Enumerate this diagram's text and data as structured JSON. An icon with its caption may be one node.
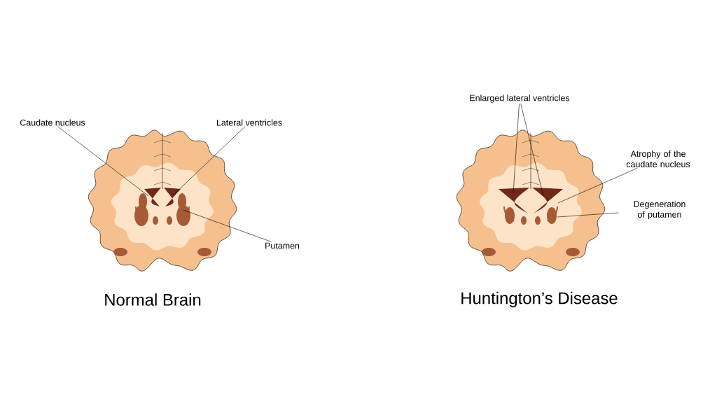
{
  "diagram": {
    "nodes": [
      {
        "text": [
          "Caudate nucleus"
        ]
      },
      {
        "text": [
          "Lateral ventricles"
        ]
      },
      {
        "text": [
          "Putamen"
        ]
      },
      {
        "text": [
          "Enlarged lateral ventricles"
        ]
      },
      {
        "text": [
          "Atrophy of the caudate nucleus"
        ]
      },
      {
        "text": [
          "Degeneration of putamen"
        ]
      }
    ],
    "edges": [
      {
        "from": 0,
        "to": null,
        "arrow": "none"
      },
      {
        "from": 1,
        "to": null,
        "arrow": "none"
      },
      {
        "from": 2,
        "to": null,
        "arrow": "none"
      },
      {
        "from": 3,
        "to": null,
        "arrow": "none"
      },
      {
        "from": 3,
        "to": null,
        "arrow": "none"
      },
      {
        "from": 4,
        "to": null,
        "arrow": "none"
      },
      {
        "from": 5,
        "to": null,
        "arrow": "none"
      }
    ],
    "labels": [
      "Normal Brain",
      "Huntington’s Disease"
    ]
  }
}
